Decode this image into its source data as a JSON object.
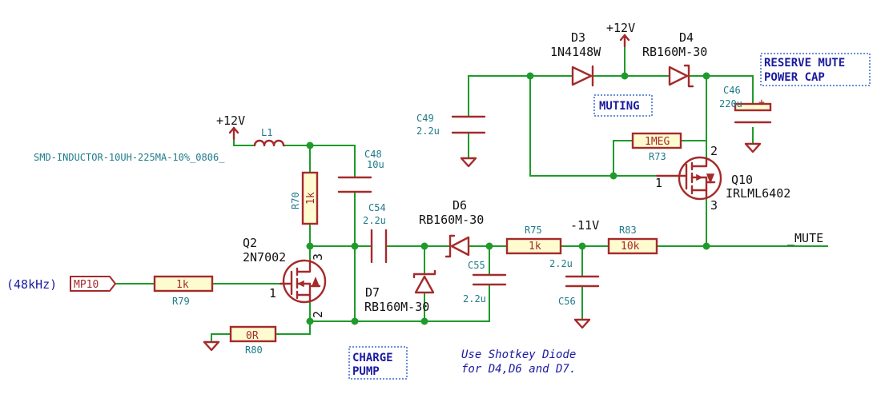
{
  "labels": {
    "d3_ref": "D3",
    "d3_val": "1N4148W",
    "d4_ref": "D4",
    "d4_val": "RB160M-30",
    "vcc_top": "+12V",
    "reserve_line1": "RESERVE MUTE",
    "reserve_line2": "POWER CAP",
    "c46_ref": "C46",
    "c46_val": "220u",
    "c46_plus": "+",
    "c49_ref": "C49",
    "c49_val": "2.2u",
    "muting": "MUTING",
    "r73_val": "1MEG",
    "r73_ref": "R73",
    "q10_ref": "Q10",
    "q10_val": "IRLML6402",
    "q10_pin1": "1",
    "q10_pin2": "2",
    "q10_pin3": "3",
    "vcc_left": "+12V",
    "l1_ref": "L1",
    "l1_val": "SMD-INDUCTOR-10UH-225MA-10%_0806_",
    "c48_ref": "C48",
    "c48_val": "10u",
    "r70_ref": "R70",
    "r70_val": "1k",
    "c54_ref": "C54",
    "c54_val": "2.2u",
    "d6_ref": "D6",
    "d6_val": "RB160M-30",
    "r75_ref": "R75",
    "r75_val": "1k",
    "vee": "-11V",
    "r83_ref": "R83",
    "r83_val": "10k",
    "mute_net": "_MUTE",
    "q2_ref": "Q2",
    "q2_val": "2N7002",
    "q2_pin1": "1",
    "q2_pin2": "2",
    "q2_pin3": "3",
    "freq": "(48kHz)",
    "mp10": "MP10",
    "r79_val": "1k",
    "r79_ref": "R79",
    "c55_ref": "C55",
    "c55_val": "2.2u",
    "c56_val": "2.2u",
    "c56_ref": "C56",
    "d7_ref": "D7",
    "d7_val": "RB160M-30",
    "r80_val": "0R",
    "r80_ref": "R80",
    "charge_line1": "CHARGE",
    "charge_line2": "PUMP",
    "note_line1": "Use Shotkey  Diode",
    "note_line2": "for D4,D6 and D7."
  },
  "colors": {
    "wire": "#1e9b2a",
    "component": "#a52a2a",
    "component_fill": "#fffbd0",
    "reference_text": "#1e7a8a",
    "annotation_text": "#1a1aa0"
  }
}
